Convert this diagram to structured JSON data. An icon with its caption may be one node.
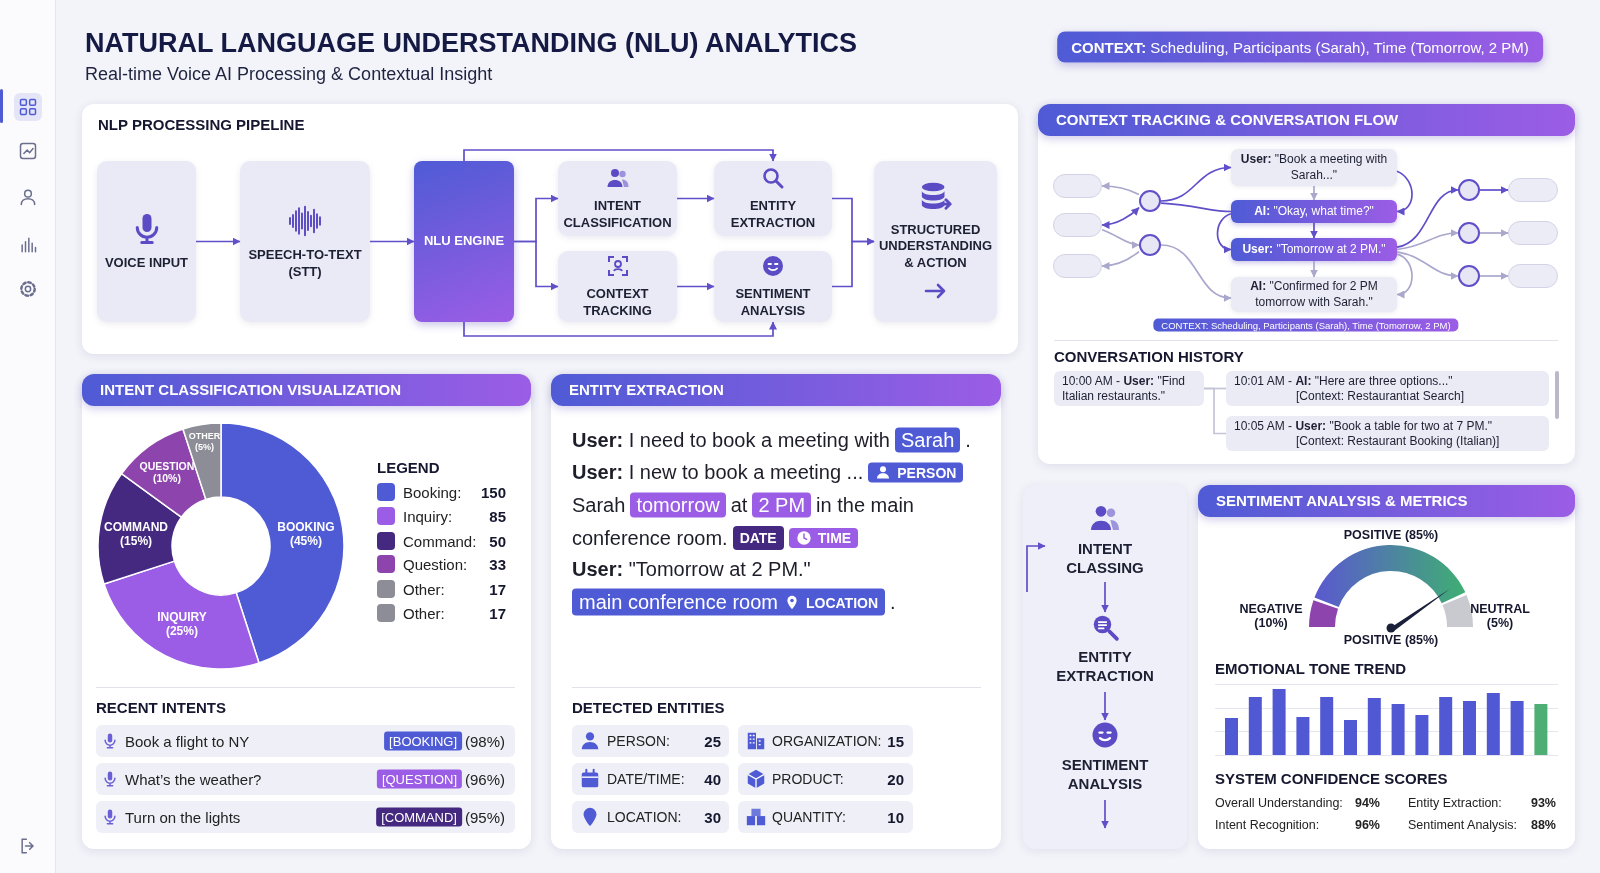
{
  "diagram": {
    "title": "NATURAL LANGUAGE UNDERSTANDING (NLU) ANALYTICS",
    "nodes": [
      {
        "text": [
          "NLP PROCESSING PIPELINE"
        ]
      },
      {
        "text": [
          "VOICE INPUT"
        ],
        "in": 0
      },
      {
        "text": [
          "SPEECH-TO-TEXT (STT)"
        ],
        "in": 0
      },
      {
        "text": [
          "NLU ENGINE"
        ],
        "in": 0
      },
      {
        "text": [
          "INTENT CLASSIFICATION"
        ],
        "in": 0
      },
      {
        "text": [
          "ENTITY EXTRACTION"
        ],
        "in": 0
      },
      {
        "text": [
          "CONTEXT TRACKING"
        ],
        "in": 0
      },
      {
        "text": [
          "SENTIMENT ANALYSIS"
        ],
        "in": 0
      },
      {
        "text": [
          "STRUCTURED UNDERSTANDING & ACTION"
        ],
        "in": 0
      },
      {
        "text": [
          "CONTEXT TRACKING & CONVERSATION FLOW"
        ]
      },
      {
        "text": [],
        "shape": "box",
        "in": 9
      },
      {
        "text": [],
        "shape": "box",
        "in": 9
      },
      {
        "text": [],
        "shape": "box",
        "in": 9
      },
      {
        "text": [],
        "shape": "circle",
        "in": 9
      },
      {
        "text": [],
        "shape": "circle",
        "in": 9
      },
      {
        "text": [
          "**User:** \"Book a meeting with Sarah...\""
        ],
        "in": 9
      },
      {
        "text": [
          "**AI:** \"Okay, what time?\""
        ],
        "in": 9
      },
      {
        "text": [
          "**User:** \"Tomorrow at 2 PM.\""
        ],
        "in": 9
      },
      {
        "text": [
          "**AI:** \"Confirmed for 2 PM tomorrow with Sarah.\""
        ],
        "in": 9
      },
      {
        "text": [],
        "shape": "circle",
        "in": 9
      },
      {
        "text": [],
        "shape": "circle",
        "in": 9
      },
      {
        "text": [],
        "shape": "circle",
        "in": 9
      },
      {
        "text": [],
        "shape": "box",
        "in": 9
      },
      {
        "text": [],
        "shape": "box",
        "in": 9
      },
      {
        "text": [],
        "shape": "box",
        "in": 9
      },
      {
        "text": [
          "10:00 AM - **User:** \"Find Italian restaurants.\""
        ],
        "in": 9
      },
      {
        "text": [
          "10:01 AM - **AI:** \"Here are three options...\"",
          "[Context: Restaurantıat Search]"
        ],
        "in": 9
      },
      {
        "text": [
          "10:05 AM - **User:** \"Book a table for two at 7 PM.\"",
          "[Context: Restaurant Booking (Italian)]"
        ],
        "in": 9
      },
      {
        "text": [
          "INTENT CLASSIFICATION VISUALIZATION"
        ]
      },
      {
        "text": [
          "ENTITY EXTRACTION"
        ]
      },
      {
        "text": [],
        "shape": "box"
      },
      {
        "text": [
          "INTENT CLASSING"
        ],
        "in": 30
      },
      {
        "text": [
          "ENTITY EXTRACTION"
        ],
        "in": 30
      },
      {
        "text": [
          "SENTIMENT ANALYSIS"
        ],
        "in": 30
      },
      {
        "text": [
          "SENTIMENT ANALYSIS & METRICS"
        ]
      }
    ],
    "edges": [
      {
        "from": 1,
        "to": 2,
        "arrow": "to"
      },
      {
        "from": 2,
        "to": 3,
        "arrow": "to"
      },
      {
        "from": 3,
        "to": 4,
        "arrow": "to"
      },
      {
        "from": 3,
        "to": 6,
        "arrow": "to"
      },
      {
        "from": 3,
        "to": 5,
        "arrow": "to"
      },
      {
        "from": 3,
        "to": 7,
        "arrow": "to"
      },
      {
        "from": 4,
        "to": 5,
        "arrow": "to"
      },
      {
        "from": 6,
        "to": 7,
        "arrow": "to"
      },
      {
        "from": 5,
        "to": 8,
        "arrow": "to"
      },
      {
        "from": 7,
        "to": 8,
        "arrow": "to"
      },
      {
        "from": 13,
        "to": 10,
        "arrow": "to",
        "color": "#a9a7cc"
      },
      {
        "from": 11,
        "to": 13,
        "arrow": "both"
      },
      {
        "from": 11,
        "to": 14,
        "arrow": "to",
        "color": "#a9a7cc"
      },
      {
        "from": 14,
        "to": 12,
        "arrow": "to",
        "color": "#a9a7cc"
      },
      {
        "from": 13,
        "to": 15,
        "arrow": "to"
      },
      {
        "from": 13,
        "to": 16,
        "arrow": "none"
      },
      {
        "from": 15,
        "to": 16,
        "arrow": "to",
        "color": "#a9a7cc"
      },
      {
        "from": 15,
        "to": 16,
        "arrow": "to"
      },
      {
        "from": 16,
        "to": 17,
        "arrow": "to"
      },
      {
        "from": 16,
        "to": 17,
        "arrow": "to"
      },
      {
        "from": 17,
        "to": 18,
        "arrow": "to",
        "color": "#a9a7cc"
      },
      {
        "from": 17,
        "to": 18,
        "arrow": "to",
        "color": "#a9a7cc"
      },
      {
        "from": 14,
        "to": 18,
        "arrow": "to",
        "color": "#a9a7cc"
      },
      {
        "from": 17,
        "to": 19,
        "arrow": "to"
      },
      {
        "from": 17,
        "to": 20,
        "arrow": "to",
        "color": "#a9a7cc"
      },
      {
        "from": 17,
        "to": 21,
        "arrow": "to",
        "color": "#a9a7cc"
      },
      {
        "from": 19,
        "to": 22,
        "arrow": "to"
      },
      {
        "from": 20,
        "to": 23,
        "arrow": "to",
        "color": "#a9a7cc"
      },
      {
        "from": 21,
        "to": 24,
        "arrow": "to",
        "color": "#a9a7cc"
      },
      {
        "from": 25,
        "to": 26,
        "arrow": "none",
        "color": "#c4c4d6"
      },
      {
        "from": 25,
        "to": 27,
        "arrow": "none",
        "color": "#c4c4d6"
      },
      {
        "from": null,
        "to": 31,
        "arrow": "to"
      },
      {
        "from": 31,
        "to": 32,
        "arrow": "to"
      },
      {
        "from": 32,
        "to": 33,
        "arrow": "to"
      },
      {
        "from": 33,
        "to": null,
        "arrow": "to"
      }
    ],
    "labels": [
      "Real-time Voice AI Processing & Contextual Insight",
      "**CONTEXT:** Scheduling, Participants (Sarah), Time (Tomorrow, 2 PM)",
      "CONTEXT: Scheduling, Participants (Sarah), Time (Tomorrow, 2 PM)",
      "CONVERSATION HISTORY",
      "LEGEND",
      "150",
      "85",
      "50",
      "33",
      "17",
      "17",
      "RECENT INTENTS",
      "Book a flight to NY",
      "[BOOKING]",
      "(98%)",
      "What’s the weather?",
      "[QUESTION]",
      "(96%)",
      "Turn on the lights",
      "[COMMAND]",
      "(95%)",
      "**User:** I need to book a meeting with",
      "Sarah",
      ".",
      "**User:** I new to book a meeting ...",
      "PERSON",
      "Sarah",
      "tomorrow",
      "at",
      "2 PM",
      "in the main",
      "conference room.",
      "DATE",
      "TIME",
      "**User:** \"Tomorrow at 2 PM.\"",
      "main conference room",
      "LOCATION",
      ".",
      "DETECTED ENTITIES",
      "PERSON:",
      "25",
      "ORGANIZATION:",
      "15",
      "DATE/TIME:",
      "40",
      "PRODUCT:",
      "20",
      "LOCATION:",
      "30",
      "QUANTITY:",
      "10",
      "POSITIVE (85%)",
      "NEGATIVE (10%)",
      "NEUTRAL (5%)",
      "POSITIVE (85%)",
      "EMOTIONAL TONE TREND",
      "SYSTEM CONFIDENCE SCORES",
      "Overall Understanding:",
      "94%",
      "Entity Extraction:",
      "93%",
      "Intent Recognition:",
      "96%",
      "Sentiment Analysis:",
      "88%"
    ],
    "legend": [
      {
        "text": "Booking:",
        "color": "#4f5bd5"
      },
      {
        "text": "Inquiry:",
        "color": "#9b5de5"
      },
      {
        "text": "Command:",
        "color": "#45287f"
      },
      {
        "text": "Question:",
        "color": "#8e44ad"
      },
      {
        "text": "Other:",
        "color": "#8c8d96"
      },
      {
        "text": "Other:",
        "color": "#8c8d96"
      }
    ],
    "chart_data": {
      "type": "donut",
      "categories": [
        "BOOKING",
        "INQUIRY",
        "COMMAND",
        "QUESTION",
        "OTHER"
      ],
      "values": [
        45,
        25,
        15,
        10,
        5
      ],
      "value_labels": [
        "(45%)",
        "(25%)",
        "(15%)",
        "(10%)",
        "(5%)"
      ]
    }
  }
}
